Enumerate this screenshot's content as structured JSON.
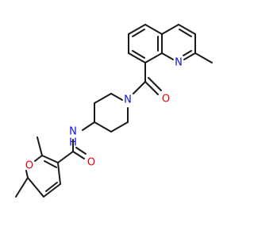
{
  "colors": {
    "background": "#ffffff",
    "carbon_bond": "#1a1a1a",
    "oxygen": "#e8000b",
    "nitrogen": "#1010e0"
  },
  "atoms": {
    "quinoline_n": {
      "symbol": "N",
      "color": "nitrogen"
    },
    "piperidine_n": {
      "symbol": "N",
      "color": "nitrogen"
    },
    "carbonyl_o_top": {
      "symbol": "O",
      "color": "oxygen"
    },
    "amide_nh": {
      "symbol": "N",
      "suffix": "H",
      "color": "nitrogen"
    },
    "carbonyl_o_bottom": {
      "symbol": "O",
      "color": "oxygen"
    },
    "furan_o": {
      "symbol": "O",
      "color": "oxygen"
    }
  }
}
